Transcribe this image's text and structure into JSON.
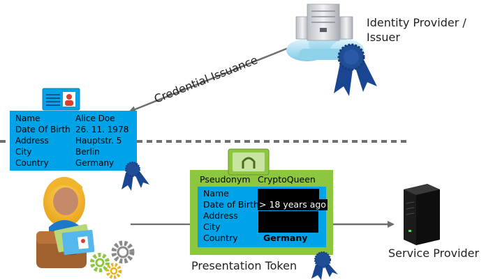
{
  "issuer": {
    "label_line1": "Identity Provider /",
    "label_line2": "Issuer"
  },
  "issuance": {
    "label": "Credential Issuance"
  },
  "credential": {
    "fields": [
      {
        "name": "Name",
        "value": "Alice Doe"
      },
      {
        "name": "Date Of Birth",
        "value": "26. 11. 1978"
      },
      {
        "name": "Address",
        "value": "Hauptstr. 5"
      },
      {
        "name": "City",
        "value": "Berlin"
      },
      {
        "name": "Country",
        "value": "Germany"
      }
    ]
  },
  "token": {
    "pseudonym_label": "Pseudonym",
    "pseudonym_value": "CryptoQueen",
    "fields": [
      {
        "name": "Name",
        "value": ""
      },
      {
        "name": "Date of Birth",
        "value": "> 18 years ago"
      },
      {
        "name": "Address",
        "value": ""
      },
      {
        "name": "City",
        "value": ""
      },
      {
        "name": "Country",
        "value": "Germany"
      }
    ],
    "label": "Presentation Token"
  },
  "service_provider": {
    "label": "Service Provider"
  },
  "colors": {
    "credential_blue": "#00a2e8",
    "token_green": "#8dc63f",
    "ribbon": "#1f4e96",
    "arrow": "#6e6e6e"
  }
}
